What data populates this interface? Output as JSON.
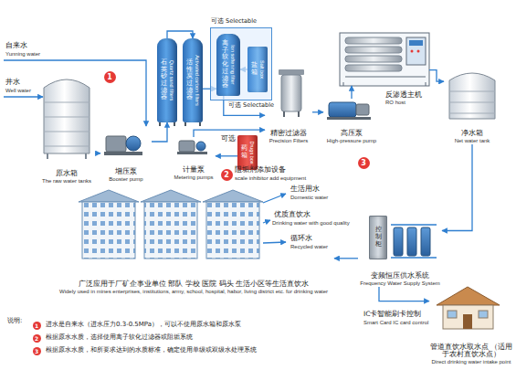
{
  "diagram": {
    "nodes": [
      {
        "text": [
          "原水箱",
          "The raw water tanks"
        ]
      },
      {
        "text": [
          "增压泵",
          "Booster pump"
        ]
      },
      {
        "text": [
          "石英砂过滤器",
          "Quartz sand filters"
        ]
      },
      {
        "text": [
          "活性炭过滤器",
          "Activated carbon filters"
        ]
      },
      {
        "text": [
          "可选 Selectable"
        ]
      },
      {
        "text": [
          "离子软化过滤器",
          "Ion softening filter"
        ],
        "in": 4
      },
      {
        "text": [
          "盐箱",
          "Salt box"
        ],
        "in": 4
      },
      {
        "text": [
          "药箱",
          "Drugs box"
        ]
      },
      {
        "text": [
          "计量泵",
          "Metering pumps"
        ]
      },
      {
        "text": [
          "精密过滤器",
          "Precision Filters"
        ]
      },
      {
        "text": [
          "高压泵",
          "High-pressure pump"
        ]
      },
      {
        "text": [
          "反渗透主机",
          "RO host"
        ]
      },
      {
        "text": [
          "净水箱",
          "Net water tank"
        ]
      },
      {
        "text": [
          "变频恒压供水系统",
          "Frequency Water Supply System"
        ]
      },
      {
        "text": [
          "控制柜"
        ],
        "in": 13
      },
      {
        "text": [
          "广泛应用于厂矿企事业单位 部队 学校 医院 码头 生活小区等生活直饮水",
          "Widely used in mines enterprises, institutions, army, school, hospital, habor, living district etc. for drinking water"
        ]
      },
      {
        "text": [
          "管道直饮水取水点 （适用于农村直饮水点）",
          "Direct drinking water intake point"
        ]
      }
    ],
    "edges": [
      {
        "from": 0,
        "to": 1,
        "arrow": "to"
      },
      {
        "from": 1,
        "to": 2,
        "arrow": "to"
      },
      {
        "from": 2,
        "to": 3,
        "arrow": "to"
      },
      {
        "from": 3,
        "to": 5,
        "arrow": "to"
      },
      {
        "from": 6,
        "to": 5,
        "arrow": "to"
      },
      {
        "from": 5,
        "to": 9,
        "arrow": "to"
      },
      {
        "from": 8,
        "to": 9,
        "arrow": "to"
      },
      {
        "from": 7,
        "to": 8,
        "arrow": "to"
      },
      {
        "from": 9,
        "to": 10,
        "arrow": "to"
      },
      {
        "from": 10,
        "to": 11,
        "arrow": "to"
      },
      {
        "from": 11,
        "to": 12,
        "arrow": "to"
      },
      {
        "from": 12,
        "to": 13,
        "arrow": "to"
      },
      {
        "from": 13,
        "to": 15,
        "arrow": "to"
      },
      {
        "from": 13,
        "to": 16,
        "arrow": "to"
      }
    ],
    "labels": [
      "自来水",
      "Yunning water",
      "井水",
      "Well water",
      "1",
      "2",
      "3",
      "可选 Selectable",
      "可选",
      "阻垢剂添加设备",
      "scale inhibitor add equipment",
      "生活用水",
      "Domestic water",
      "优质直饮水",
      "Drinking water with good quality",
      "循环水",
      "Recycled water",
      "IC卡智能刷卡控制",
      "Smart Card IC card control",
      "说明:",
      "1",
      "进水是自来水（进水压力0.3-0.5MPa），可以不使用原水箱和原水泵",
      "2",
      "根据原水水质，选择使用离子软化过滤器或阻垢系统",
      "3",
      "根据原水水质，和所要求达到的水质标准，确定使用单级或双级水处理系统"
    ]
  }
}
